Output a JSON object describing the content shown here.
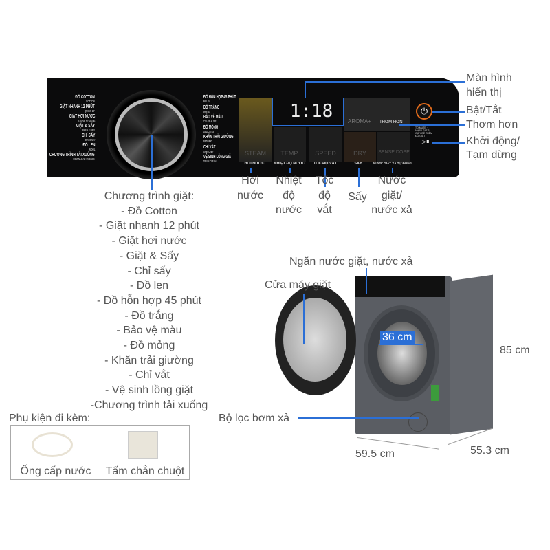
{
  "panel": {
    "left_programs": [
      {
        "vi": "ĐỒ COTTON",
        "en": "COTTON"
      },
      {
        "vi": "GIẶT NHANH 12 PHÚT",
        "en": "QUICK 12'"
      },
      {
        "vi": "GIẶT HƠI NƯỚC",
        "en": "STEAM HYGIENE"
      },
      {
        "vi": "GIẶT & SẤY",
        "en": "WASH & DRY"
      },
      {
        "vi": "CHỈ SẤY",
        "en": "DRY ONLY"
      },
      {
        "vi": "ĐỒ LEN",
        "en": "WOOL"
      },
      {
        "vi": "CHƯƠNG TRÌNH TẢI XUỐNG",
        "en": "DOWNLOAD CYCLES"
      }
    ],
    "right_programs": [
      {
        "vi": "ĐỒ HỖN HỢP 45 PHÚT",
        "en": "MIX 45'"
      },
      {
        "vi": "ĐỒ TRẮNG",
        "en": "WHITE"
      },
      {
        "vi": "BẢO VỆ MÀU",
        "en": "COLOR ALIVE"
      },
      {
        "vi": "ĐỒ MỎNG",
        "en": "DELICATES"
      },
      {
        "vi": "KHĂN TRẢI GIƯỜNG",
        "en": "BEDDING"
      },
      {
        "vi": "CHỈ VẮT",
        "en": "SPIN ONLY"
      },
      {
        "vi": "VỆ SINH LỒNG GIẶT",
        "en": "DRUM CLEAN"
      }
    ],
    "display": "1:18",
    "tiles": [
      "STEAM",
      "TEMP.",
      "SPEED",
      "DRY",
      "SENSE DOSE"
    ],
    "tile_labels": [
      "HƠI NƯỚC",
      "NHIỆT ĐỘ NƯỚC",
      "TỐC ĐỘ VẮT",
      "SẤY",
      "NƯỚC GIẶT XẢ TỰ ĐỘNG"
    ],
    "aroma": "AROMA+",
    "aroma_label": "THƠM HƠN",
    "start_hint": "PRESS 3 SEC. TO MUTE · NHẤN GIỮ 3 GIÂY ĐỂ THÊM ĐỒ GIẶT"
  },
  "callouts": {
    "display": "Màn hình hiển thị",
    "display2": "hiển thị",
    "display1": "Màn hình",
    "power": "Bật/Tắt",
    "aroma": "Thơm hơn",
    "start1": "Khởi động/",
    "start2": "Tạm dừng",
    "steam": "Hơi\nnước",
    "temp": "Nhiệt\nđộ\nnước",
    "speed": "Tốc\nđộ\nvắt",
    "dry": "Sấy",
    "dose": "Nước\ngiặt/\nnước xả"
  },
  "programs_title": "Chương trình giặt:",
  "programs": [
    "- Đồ Cotton",
    "- Giặt nhanh 12 phút",
    "- Giặt hơi nước",
    "- Giặt & Sấy",
    "- Chỉ sấy",
    "- Đồ len",
    "- Đồ hỗn hợp 45 phút",
    "- Đồ trắng",
    "- Bảo vệ màu",
    "- Đồ mỏng",
    "- Khăn trải giường",
    "- Chỉ vắt",
    "- Vệ sinh lồng giặt",
    "-Chương trình tải xuống"
  ],
  "accessories": {
    "title": "Phụ kiện đi kèm:",
    "items": [
      "Ống cấp nước",
      "Tấm chắn chuột"
    ]
  },
  "machine": {
    "dispenser": "Ngăn nước giặt, nước xả",
    "door": "Cửa máy giặt",
    "filter": "Bộ lọc bơm xả",
    "door_diameter": "36 cm",
    "height": "85 cm",
    "width": "59.5 cm",
    "depth": "55.3 cm"
  },
  "colors": {
    "accent": "#2b6fd6",
    "power": "#e06a1b"
  }
}
